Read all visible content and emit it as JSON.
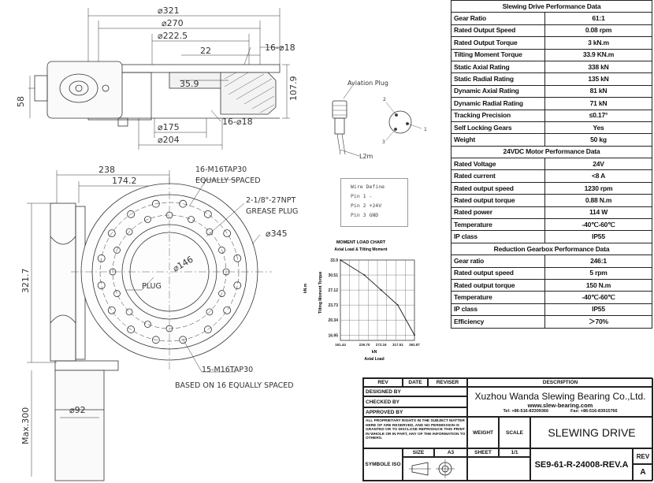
{
  "drawing": {
    "dims": {
      "d321": "⌀321",
      "d270": "⌀270",
      "d222_5": "⌀222.5",
      "d16_18_top": "16-⌀18",
      "d22": "22",
      "d35_9": "35.9",
      "d107_9": "107.9",
      "d58": "58",
      "d175": "⌀175",
      "d16_18_bot": "16-⌀18",
      "d204": "⌀204",
      "d238": "238",
      "d174_2": "174.2",
      "d321_7": "321.7",
      "d345": "⌀345",
      "d146": "⌀146",
      "d92": "⌀92",
      "max300": "Max.300"
    },
    "notes": {
      "m16_tap_top": "16-M16TAP30",
      "equally_spaced": "EQUALLY SPACED",
      "npt": "2-1/8\"-27NPT",
      "grease_plug": "GREASE PLUG",
      "plug": "PLUG",
      "m16_tap_bottom": "15-M16TAP30",
      "based_on": "BASED ON 16 EQUALLY SPACED"
    },
    "aviation_plug": "Aviation Plug",
    "cable_len": "L2m",
    "pins": [
      "1",
      "2",
      "3"
    ]
  },
  "wire_define": {
    "title": "Wire Define",
    "pin1": "Pin 1 -",
    "pin2": "Pin 2 +24V",
    "pin3": "Pin 3 GND"
  },
  "chart_data": {
    "type": "line",
    "title": "MOMENT LOAD CHART",
    "subtitle": "Axial Load & Tilting Moment",
    "ylabel": "Tilting Moment Torque",
    "yunit": "kN.m",
    "xlabel": "Axial Load",
    "xunit": "kN",
    "y_ticks": [
      "33.9",
      "30.51",
      "27.12",
      "23.73",
      "20.34",
      "16.95"
    ],
    "x_ticks": [
      "161.44",
      "226.70",
      "272.16",
      "317.51",
      "362.87"
    ],
    "series": [
      {
        "x": [
          161.44,
          226.7,
          272.16,
          317.51,
          362.87
        ],
        "y": [
          33.9,
          30.51,
          27.12,
          23.73,
          16.95
        ]
      }
    ]
  },
  "performance": {
    "title": "Slewing Drive Performance Data",
    "rows1": [
      {
        "k": "Gear Ratio",
        "v": "61:1"
      },
      {
        "k": "Rated Output Speed",
        "v": "0.08 rpm"
      },
      {
        "k": "Rated Output Torque",
        "v": "3 kN.m"
      },
      {
        "k": "Tilting Moment Torque",
        "v": "33.9 KN.m"
      },
      {
        "k": "Static Axial Rating",
        "v": "338 kN"
      },
      {
        "k": "Static Radial Rating",
        "v": "135 kN"
      },
      {
        "k": "Dynamic Axial  Rating",
        "v": "81 kN"
      },
      {
        "k": "Dynamic  Radial  Rating",
        "v": "71 kN"
      },
      {
        "k": "Tracking     Precision",
        "v": "≤0.17°"
      },
      {
        "k": "Self Locking Gears",
        "v": "Yes"
      },
      {
        "k": "Weight",
        "v": "50 kg"
      }
    ],
    "motor_title": "24VDC  Motor Performance Data",
    "rows2": [
      {
        "k": "Rated Voltage",
        "v": "24V"
      },
      {
        "k": "Rated current",
        "v": "<8 A"
      },
      {
        "k": "Rated output speed",
        "v": "1230 rpm"
      },
      {
        "k": "Rated output torque",
        "v": "0.88 N.m"
      },
      {
        "k": "Rated power",
        "v": "114 W"
      },
      {
        "k": "Temperature",
        "v": "-40℃-60℃"
      },
      {
        "k": "IP class",
        "v": "IP55"
      }
    ],
    "gearbox_title": "Reduction Gearbox Performance Data",
    "rows3": [
      {
        "k": "Gear ratio",
        "v": "246:1"
      },
      {
        "k": "Rated output speed",
        "v": "5 rpm"
      },
      {
        "k": "Rated output torque",
        "v": "150 N.m"
      },
      {
        "k": "Temperature",
        "v": "-40℃-60℃"
      },
      {
        "k": "IP class",
        "v": "IP55"
      },
      {
        "k": "Efficiency",
        "v": "＞70%"
      }
    ]
  },
  "title_block": {
    "rev_h": "REV",
    "date_h": "DATE",
    "reviser_h": "REVISER",
    "description_h": "DESCRIPTION",
    "designed_by": "DESIGNED BY",
    "checked_by": "CHECKED BY",
    "approved_by": "APPROVED BY",
    "company": "Xuzhou Wanda Slewing Bearing Co.,Ltd.",
    "website": "www.slew-bearing.com",
    "tel": "Tel: +86-516-83309366",
    "fax": "Fax: +86-516-83915766",
    "notice": "ALL PROPRIETARY RIGHTS IN THE SUBJECT MATTER HERE OF ARE RESERVED, AND NO PERMISSION IS GRANTED OR TO DISCLOSE REPRODUCE THIS PRINT IN WHOLE OR IN PART, ANY OF THE INFORMATION TO OTHERS.",
    "weight_h": "WEIGHT",
    "scale_h": "SCALE",
    "drawing_title": "SLEWING DRIVE",
    "symbol_h": "SYMBOLE ISO",
    "size_h": "SIZE",
    "size_v": "A3",
    "sheet_h": "SHEET",
    "sheet_v": "1/1",
    "part_no": "SE9-61-R-24008-REV.A",
    "rev_label": "REV",
    "rev_value": "A"
  }
}
